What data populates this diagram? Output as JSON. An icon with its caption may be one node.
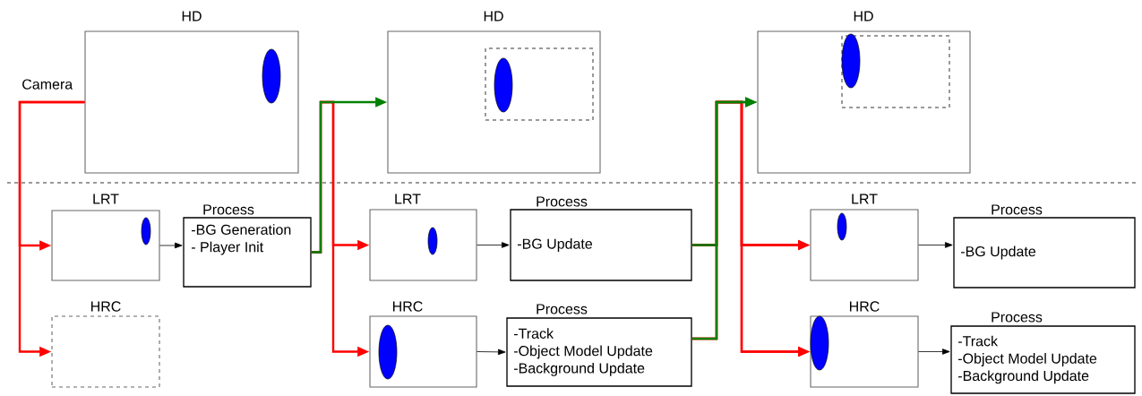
{
  "diagram": {
    "nodes": [
      {
        "text": [
          "HD"
        ]
      },
      {
        "text": [
          "HD"
        ]
      },
      {
        "text": [],
        "shape": "box",
        "in": 1
      },
      {
        "text": [
          "HD"
        ]
      },
      {
        "text": [],
        "shape": "box",
        "in": 3
      },
      {
        "text": [
          "LRT"
        ]
      },
      {
        "text": [
          "Process",
          "-BG Generation",
          "- Player Init"
        ]
      },
      {
        "text": [
          "HRC"
        ]
      },
      {
        "text": [
          "LRT"
        ]
      },
      {
        "text": [
          "Process",
          "-BG Update"
        ]
      },
      {
        "text": [
          "HRC"
        ]
      },
      {
        "text": [
          "Process",
          "-Track",
          "-Object Model Update",
          "-Background Update"
        ]
      },
      {
        "text": [
          "LRT"
        ]
      },
      {
        "text": [
          "Process",
          "-BG Update"
        ]
      },
      {
        "text": [
          "HRC"
        ]
      },
      {
        "text": [
          "Process",
          "-Track",
          "-Object Model Update",
          "-Background Update"
        ]
      }
    ],
    "edges": [
      {
        "from": 0,
        "to": 5,
        "arrow": "to",
        "color": "#ff0000"
      },
      {
        "from": 0,
        "to": 7,
        "arrow": "to",
        "color": "#ff0000"
      },
      {
        "from": 5,
        "to": 6,
        "arrow": "to",
        "color": "#000000"
      },
      {
        "from": 6,
        "to": 8,
        "arrow": "to",
        "color": "#ff0000"
      },
      {
        "from": 6,
        "to": 10,
        "arrow": "to",
        "color": "#ff0000"
      },
      {
        "from": 8,
        "to": 9,
        "arrow": "to",
        "color": "#000000"
      },
      {
        "from": 10,
        "to": 11,
        "arrow": "to",
        "color": "#000000"
      },
      {
        "from": 9,
        "to": 12,
        "arrow": "to",
        "color": "#ff0000"
      },
      {
        "from": 9,
        "to": 14,
        "arrow": "to",
        "color": "#ff0000"
      },
      {
        "from": 11,
        "to": 12,
        "arrow": "to",
        "color": "#ff0000"
      },
      {
        "from": 11,
        "to": 14,
        "arrow": "to",
        "color": "#ff0000"
      },
      {
        "from": 12,
        "to": 13,
        "arrow": "to",
        "color": "#000000"
      },
      {
        "from": 14,
        "to": 15,
        "arrow": "to",
        "color": "#000000"
      },
      {
        "from": 6,
        "to": 1,
        "arrow": "to",
        "color": "#008000"
      },
      {
        "from": 9,
        "to": 3,
        "arrow": "to",
        "color": "#008000"
      },
      {
        "from": 11,
        "to": 3,
        "arrow": "to",
        "color": "#008000"
      }
    ],
    "labels": [
      "Camera"
    ]
  }
}
